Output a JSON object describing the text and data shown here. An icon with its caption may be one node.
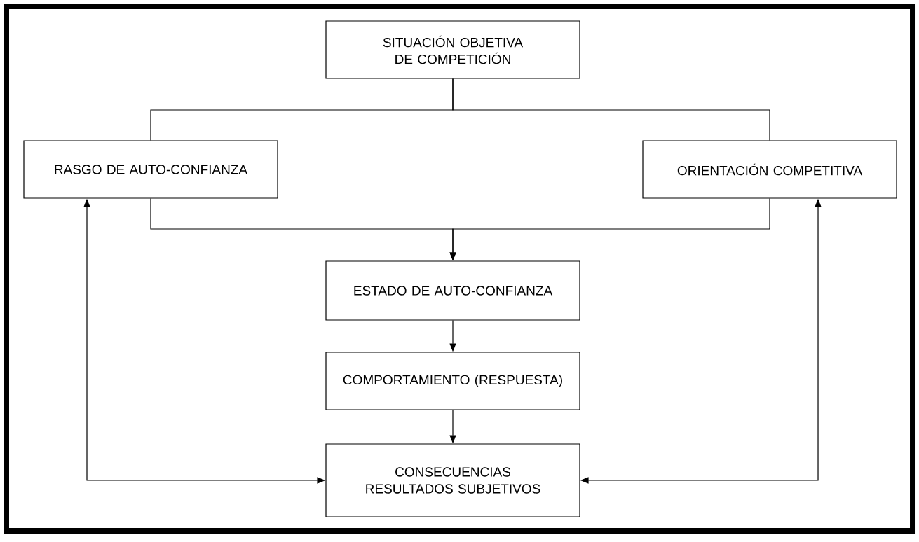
{
  "diagram": {
    "nodes": [
      {
        "text": [
          "SITUACIÓN OBJETIVA DE COMPETICIÓN"
        ]
      },
      {
        "text": [
          "RASGO DE AUTO-CONFIANZA"
        ]
      },
      {
        "text": [
          "ORIENTACIÓN COMPETITIVA"
        ]
      },
      {
        "text": [
          "ESTADO DE AUTO-CONFIANZA"
        ]
      },
      {
        "text": [
          "COMPORTAMIENTO (RESPUESTA)"
        ]
      },
      {
        "text": [
          "CONSECUENCIAS RESULTADOS SUBJETIVOS"
        ]
      }
    ],
    "edges": [
      {
        "from": 0,
        "to": 1,
        "arrow": "none"
      },
      {
        "from": 0,
        "to": 2,
        "arrow": "none"
      },
      {
        "from": 1,
        "to": 3,
        "arrow": "to"
      },
      {
        "from": 2,
        "to": 3,
        "arrow": "to"
      },
      {
        "from": 3,
        "to": 4,
        "arrow": "to"
      },
      {
        "from": 4,
        "to": 5,
        "arrow": "to"
      },
      {
        "from": 1,
        "to": 5,
        "arrow": "both"
      },
      {
        "from": 2,
        "to": 5,
        "arrow": "both"
      }
    ]
  }
}
